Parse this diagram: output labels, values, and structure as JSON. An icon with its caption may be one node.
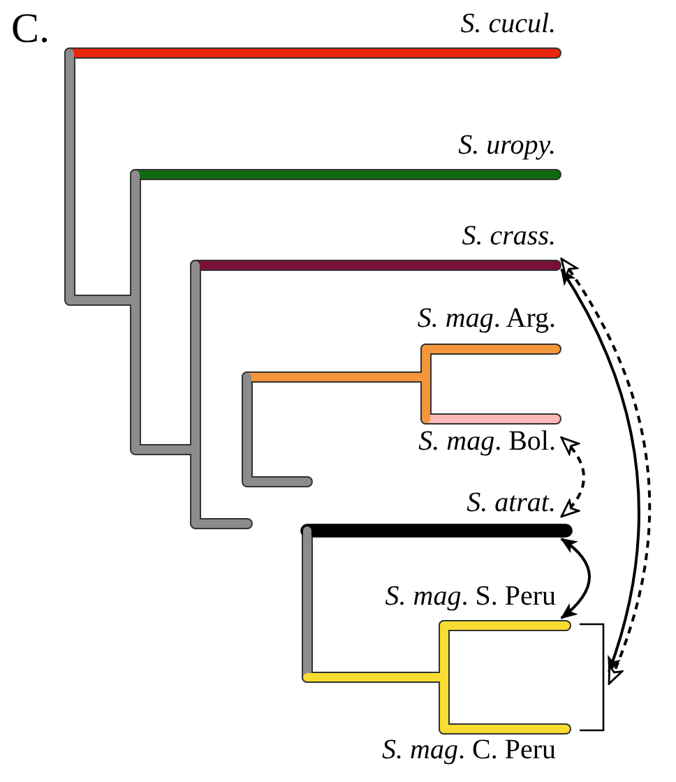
{
  "diagram": {
    "nodes": [
      {
        "text": [
          "S. cucul."
        ]
      },
      {
        "text": [
          "S. uropy."
        ]
      },
      {
        "text": [
          "S. crass."
        ]
      },
      {
        "text": [
          "*S. mag*. Arg."
        ]
      },
      {
        "text": [
          "*S. mag*. Bol."
        ]
      },
      {
        "text": [
          "S. atrat."
        ]
      },
      {
        "text": [
          "*S. mag*. S. Peru"
        ]
      },
      {
        "text": [
          "*S. mag*. C. Peru"
        ]
      },
      {
        "text": [],
        "shape": "bracket"
      }
    ],
    "edges": [
      {
        "from": 2,
        "to": 8,
        "arrow": "both"
      },
      {
        "from": 2,
        "to": 8,
        "arrow": "both",
        "style": "dashed"
      },
      {
        "from": 4,
        "to": 5,
        "arrow": "both",
        "style": "dashed"
      },
      {
        "from": 5,
        "to": 6,
        "arrow": "both"
      }
    ],
    "labels": [
      "C."
    ]
  }
}
